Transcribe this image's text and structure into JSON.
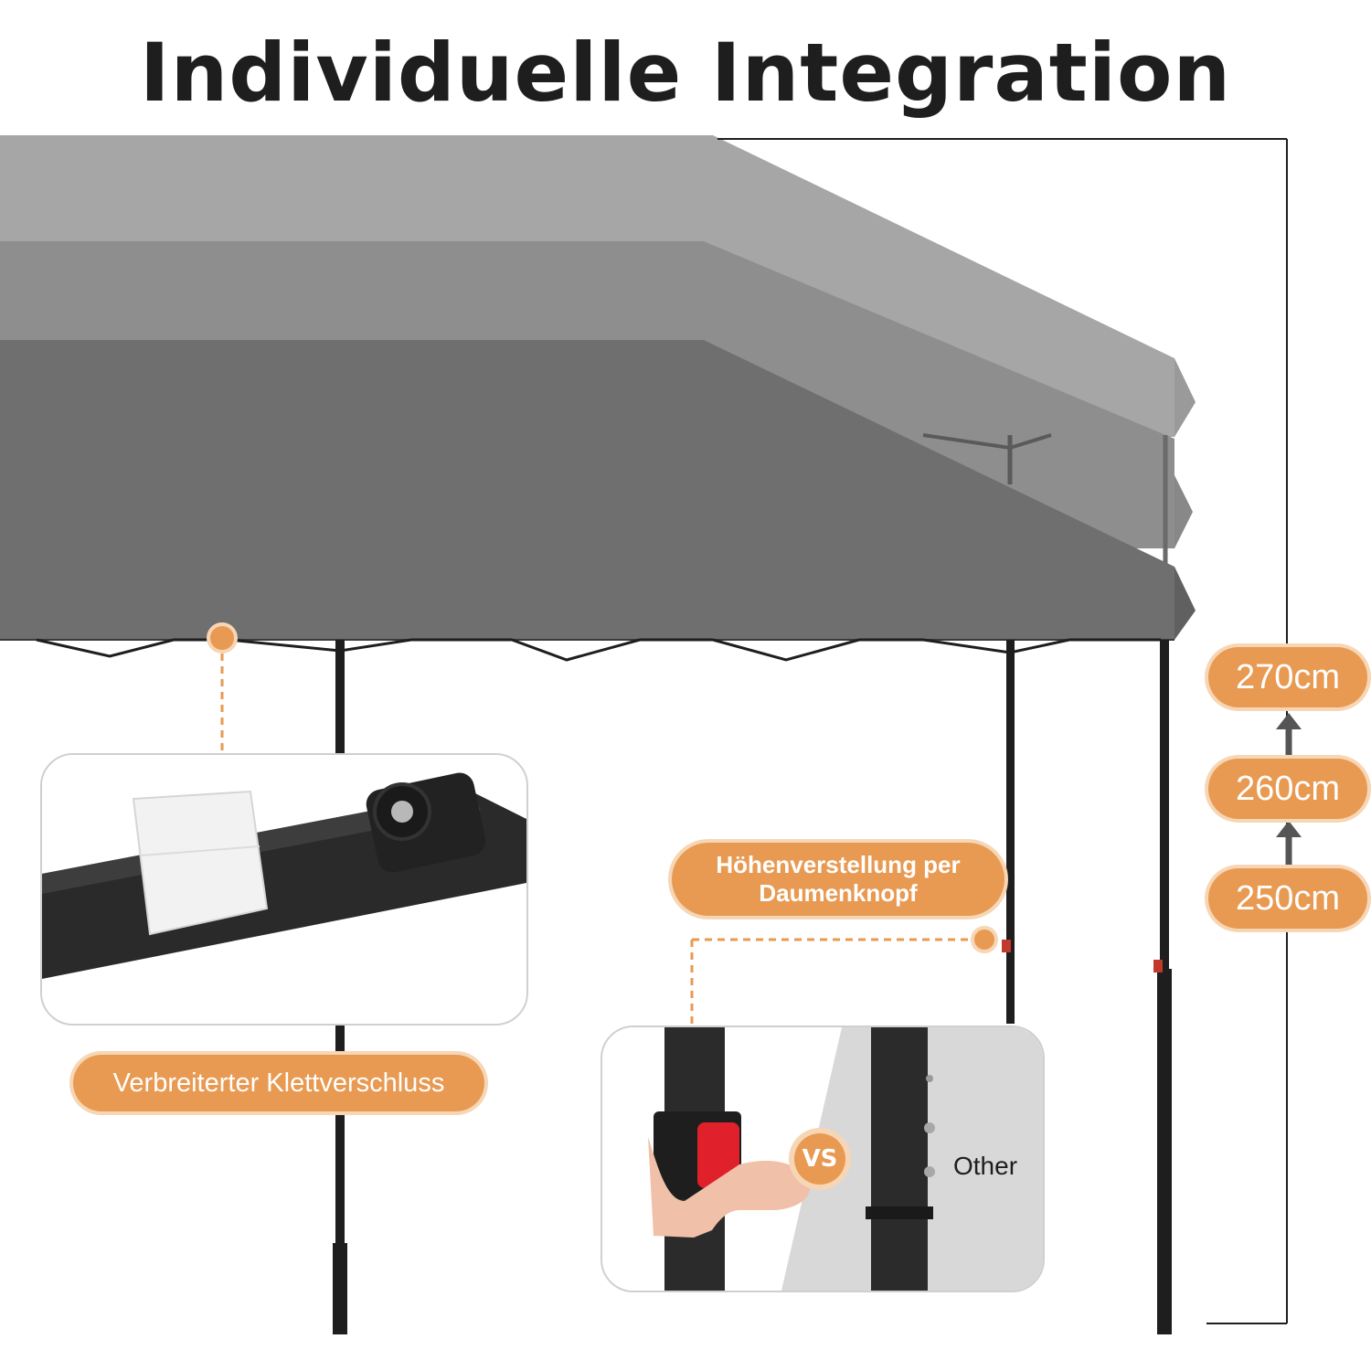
{
  "title": "Individuelle Integration",
  "heights": [
    "270cm",
    "260cm",
    "250cm"
  ],
  "labels": {
    "velcro": "Verbreiterter Klettverschluss",
    "height_adjust": "Höhenverstellung per Daumenknopf"
  },
  "comparison": {
    "vs": "VS",
    "other": "Other"
  },
  "colors": {
    "accent": "#e89a52",
    "canopy": "#707070",
    "frame": "#1e1e1e",
    "button": "#e0202a"
  }
}
